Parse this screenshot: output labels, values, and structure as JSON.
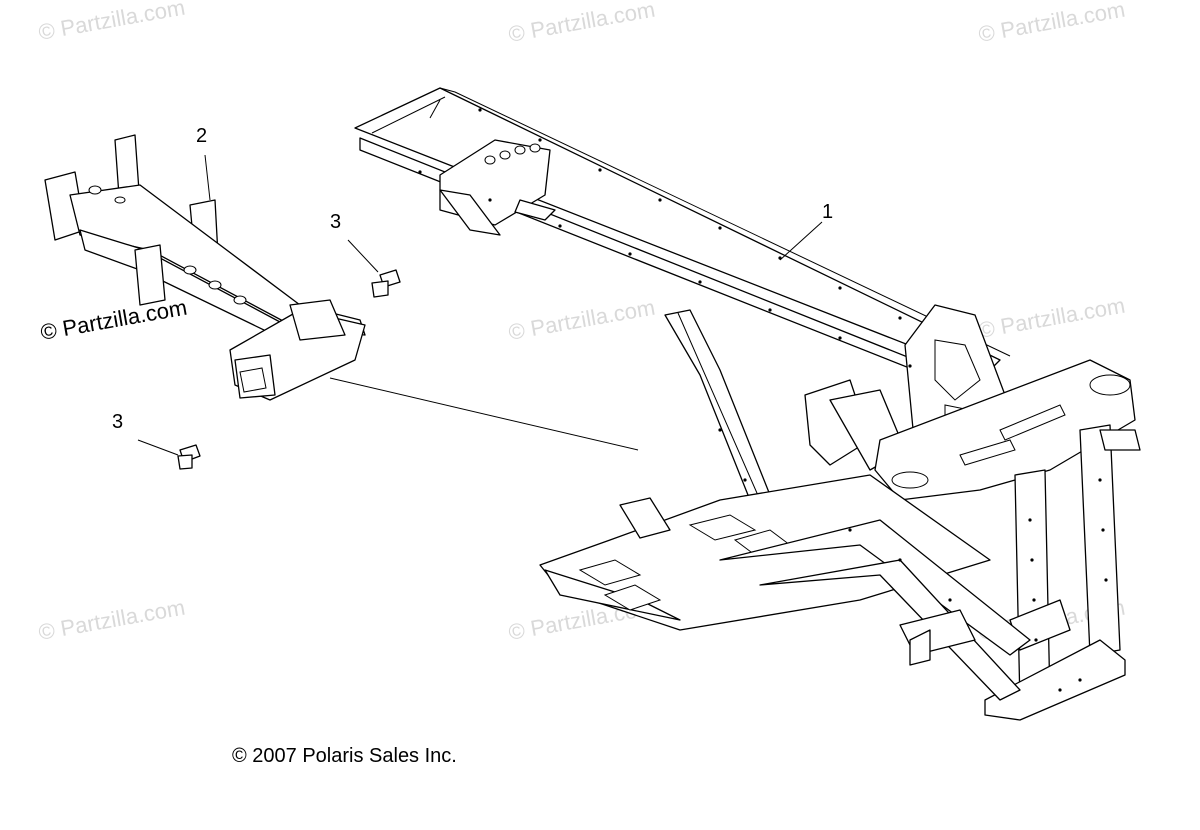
{
  "watermarks": {
    "text": "© Partzilla.com",
    "featured": "© Partzilla.com"
  },
  "callouts": {
    "frame": "1",
    "bracket": "2",
    "bolt_upper": "3",
    "bolt_lower": "3"
  },
  "copyright": "© 2007 Polaris Sales Inc.",
  "colors": {
    "line": "#000000",
    "background": "#ffffff",
    "watermark": "#d9d9d9"
  }
}
